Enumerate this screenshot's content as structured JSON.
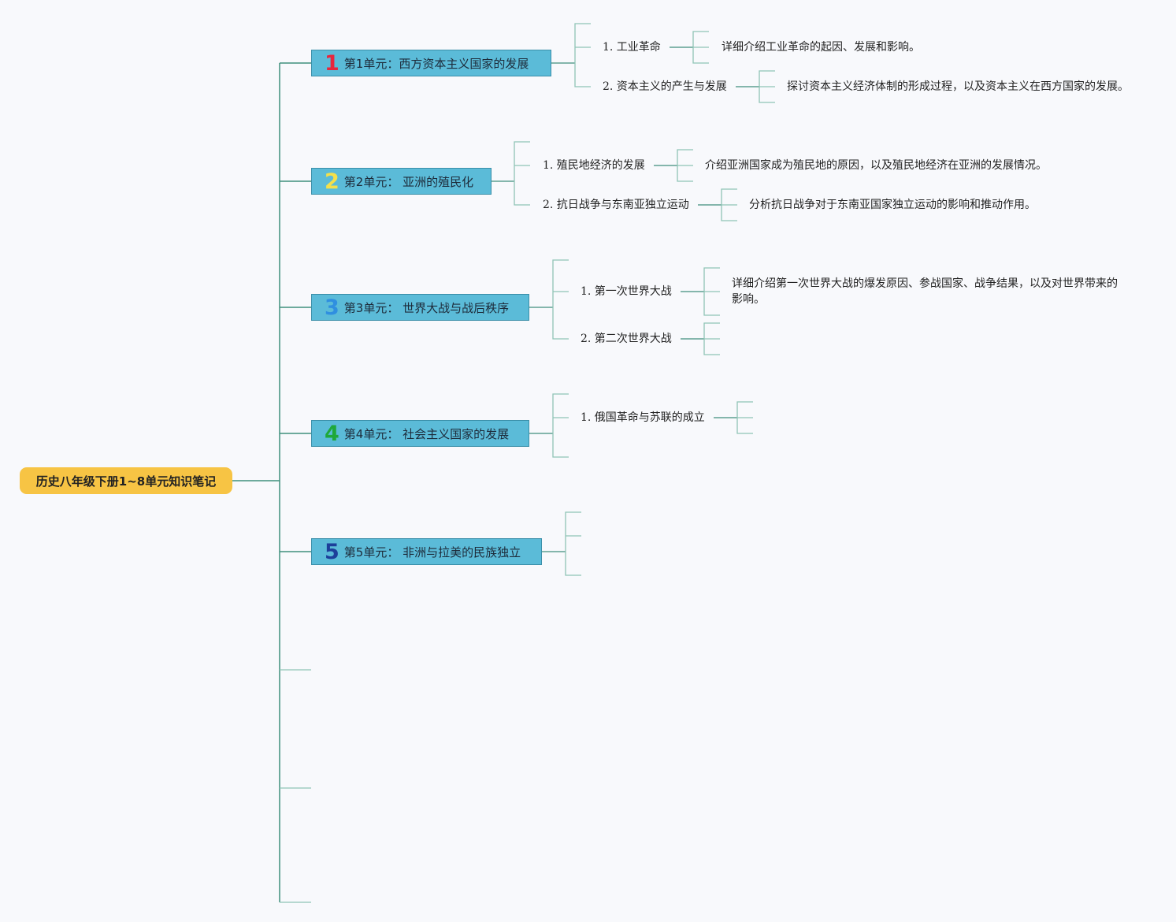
{
  "root": {
    "title": "历史八年级下册1~8单元知识笔记"
  },
  "units": [
    {
      "number": "1",
      "number_color": "#e8263d",
      "label": "第1单元：西方资本主义国家的发展",
      "topics": [
        {
          "label": "1. 工业革命",
          "detail": "详细介绍工业革命的起因、发展和影响。"
        },
        {
          "label": "2. 资本主义的产生与发展",
          "detail": "探讨资本主义经济体制的形成过程，以及资本主义在西方国家的发展。"
        }
      ]
    },
    {
      "number": "2",
      "number_color": "#f4e04a",
      "label": "第2单元： 亚洲的殖民化",
      "topics": [
        {
          "label": "1. 殖民地经济的发展",
          "detail": "介绍亚洲国家成为殖民地的原因，以及殖民地经济在亚洲的发展情况。"
        },
        {
          "label": "2. 抗日战争与东南亚独立运动",
          "detail": "分析抗日战争对于东南亚国家独立运动的影响和推动作用。"
        }
      ]
    },
    {
      "number": "3",
      "number_color": "#2f8fe0",
      "label": "第3单元： 世界大战与战后秩序",
      "topics": [
        {
          "label": "1. 第一次世界大战",
          "detail": "详细介绍第一次世界大战的爆发原因、参战国家、战争结果，以及对世界带来的影响。"
        },
        {
          "label": "2. 第二次世界大战",
          "detail": ""
        }
      ]
    },
    {
      "number": "4",
      "number_color": "#1fa83a",
      "label": "第4单元： 社会主义国家的发展",
      "topics": [
        {
          "label": "1. 俄国革命与苏联的成立",
          "detail": ""
        }
      ]
    },
    {
      "number": "5",
      "number_color": "#1d3f9a",
      "label": "第5单元： 非洲与拉美的民族独立",
      "topics": []
    }
  ],
  "colors": {
    "background": "#f8f9fc",
    "root_fill": "#f7c444",
    "unit_fill": "#5bbbd8",
    "main_line": "#3f8f7d",
    "sub_line": "#8fc4b6"
  }
}
